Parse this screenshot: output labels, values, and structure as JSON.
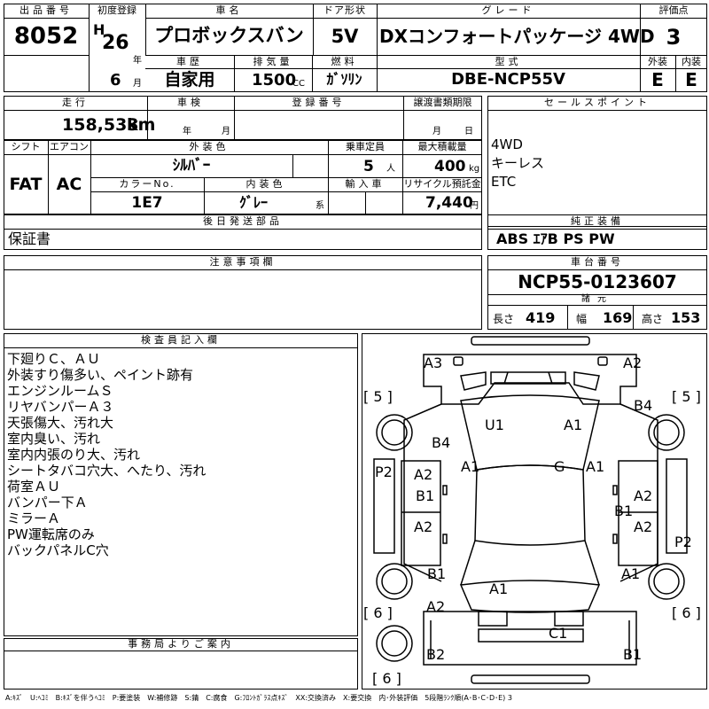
{
  "header": {
    "lot_label": "出品番号",
    "lot_number": "8052",
    "first_reg_label": "初度登録",
    "era": "H",
    "year": "26",
    "year_unit": "年",
    "month": "6",
    "month_unit": "月",
    "car_name_label": "車名",
    "car_name": "プロボックスバン",
    "door_label": "ドア形状",
    "door": "5V",
    "grade_label": "グレード",
    "grade": "DXコンフォートパッケージ 4WD",
    "score_label": "評価点",
    "score": "3",
    "exterior_label": "外装",
    "exterior": "E",
    "interior_label": "内装",
    "interior": "E",
    "history_label": "車歴",
    "history": "自家用",
    "displacement_label": "排気量",
    "displacement": "1500",
    "displacement_unit": "CC",
    "fuel_label": "燃料",
    "fuel": "ｶﾞｿﾘﾝ",
    "model_label": "型式",
    "model": "DBE-NCP55V"
  },
  "row2": {
    "mileage_label": "走行",
    "mileage": "158,533",
    "mileage_unit": "km",
    "inspection_label": "車検",
    "inspection_year_unit": "年",
    "inspection_month_unit": "月",
    "plate_label": "登録番号",
    "transfer_label": "譲渡書類期限",
    "transfer_month_unit": "月",
    "transfer_day_unit": "日",
    "sales_label": "セールスポイント",
    "sales_points": [
      "4WD",
      "キーレス",
      "ETC"
    ]
  },
  "row3": {
    "shift_label": "シフト",
    "shift": "FAT",
    "aircon_label": "エアコン",
    "aircon": "AC",
    "exterior_color_label": "外装色",
    "exterior_color": "ｼﾙﾊﾞｰ",
    "capacity_label": "乗車定員",
    "capacity": "5",
    "capacity_unit": "人",
    "load_label": "最大積載量",
    "load": "400",
    "load_unit": "kg",
    "color_no_label": "カラーNo.",
    "color_no": "1E7",
    "interior_color_label": "内装色",
    "interior_color": "ｸﾞﾚｰ",
    "interior_color_unit": "系",
    "import_label": "輸入車",
    "recycle_label": "リサイクル預託金",
    "recycle": "7,440",
    "recycle_unit": "円"
  },
  "later_parts": {
    "label": "後日発送部品",
    "value": "保証書"
  },
  "equipment": {
    "label": "純正装備",
    "value": "ABS ｴｱB PS PW"
  },
  "notes": {
    "label": "注意事項欄"
  },
  "chassis": {
    "label": "車台番号",
    "value": "NCP55-0123607",
    "dims_label": "諸元",
    "length_label": "長さ",
    "length": "419",
    "width_label": "幅",
    "width": "169",
    "height_label": "高さ",
    "height": "153"
  },
  "inspector": {
    "label": "検査員記入欄",
    "remarks": [
      "下廻りＣ、ＡＵ",
      "外装すり傷多い、ペイント跡有",
      "エンジンルームＳ",
      "リヤバンパーＡ３",
      "天張傷大、汚れ大",
      "室内臭い、汚れ",
      "室内内張のり大、汚れ",
      "シートタバコ穴大、へたり、汚れ",
      "荷室ＡＵ",
      "バンパー下Ａ",
      "ミラーＡ",
      "PW運転席のみ",
      "バックパネルC穴"
    ]
  },
  "office": {
    "label": "事務局よりご案内"
  },
  "diagram": {
    "tire_marks": [
      "[ 5 ]",
      "[ 5 ]",
      "[ 6 ]",
      "[ 6 ]",
      "[ 6 ]"
    ],
    "codes": [
      "A3",
      "A2",
      "B4",
      "B4",
      "U1",
      "A1",
      "A1",
      "A1",
      "G",
      "P2",
      "A2",
      "B1",
      "A2",
      "B1",
      "A2",
      "A2",
      "P2",
      "B1",
      "A1",
      "A1",
      "A2",
      "C1",
      "B2",
      "B1"
    ]
  },
  "legend": "A:ｷｽﾞ　U:ﾍｺﾐ　B:ｷｽﾞを伴うﾍｺﾐ　P:要塗装　W:補修跡　S:錆　C:腐食　G:ﾌﾛﾝﾄｶﾞﾗｽ点ｷｽﾞ　XX:交換済み　X:要交換　内･外装評価　5段階ﾗﾝｸ順(A･B･C･D･E) 3"
}
